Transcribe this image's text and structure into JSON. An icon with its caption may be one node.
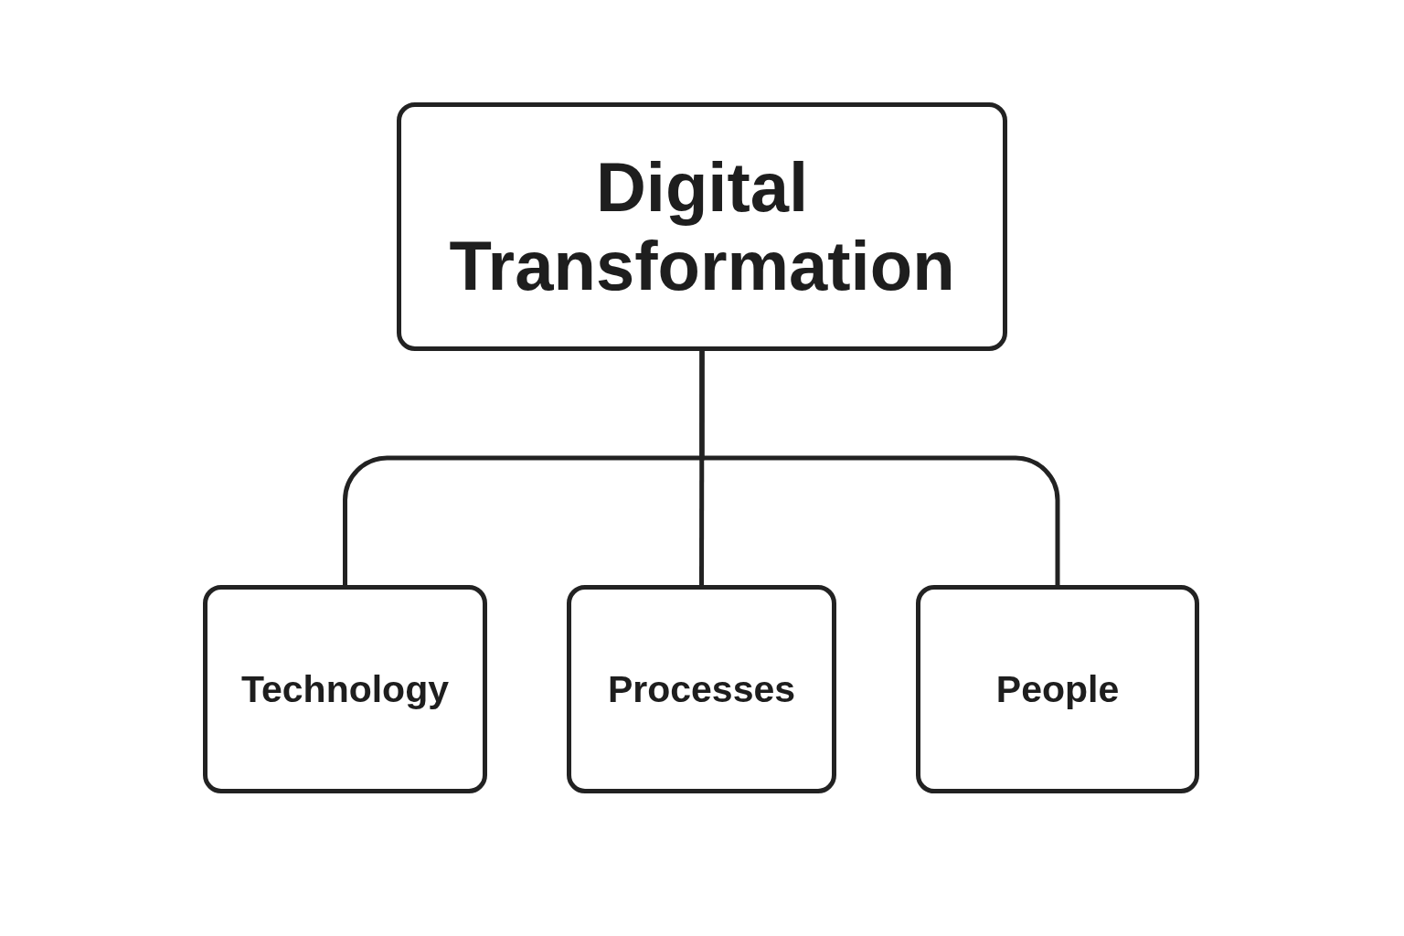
{
  "diagram": {
    "nodes": [
      {
        "text": [
          "Digital Transformation"
        ]
      },
      {
        "text": [
          "Technology"
        ]
      },
      {
        "text": [
          "Processes"
        ]
      },
      {
        "text": [
          "People"
        ]
      }
    ],
    "edges": [
      {
        "from": 0,
        "to": 1,
        "arrow": "none"
      },
      {
        "from": 0,
        "to": 2,
        "arrow": "none"
      },
      {
        "from": 0,
        "to": 3,
        "arrow": "none"
      }
    ]
  }
}
